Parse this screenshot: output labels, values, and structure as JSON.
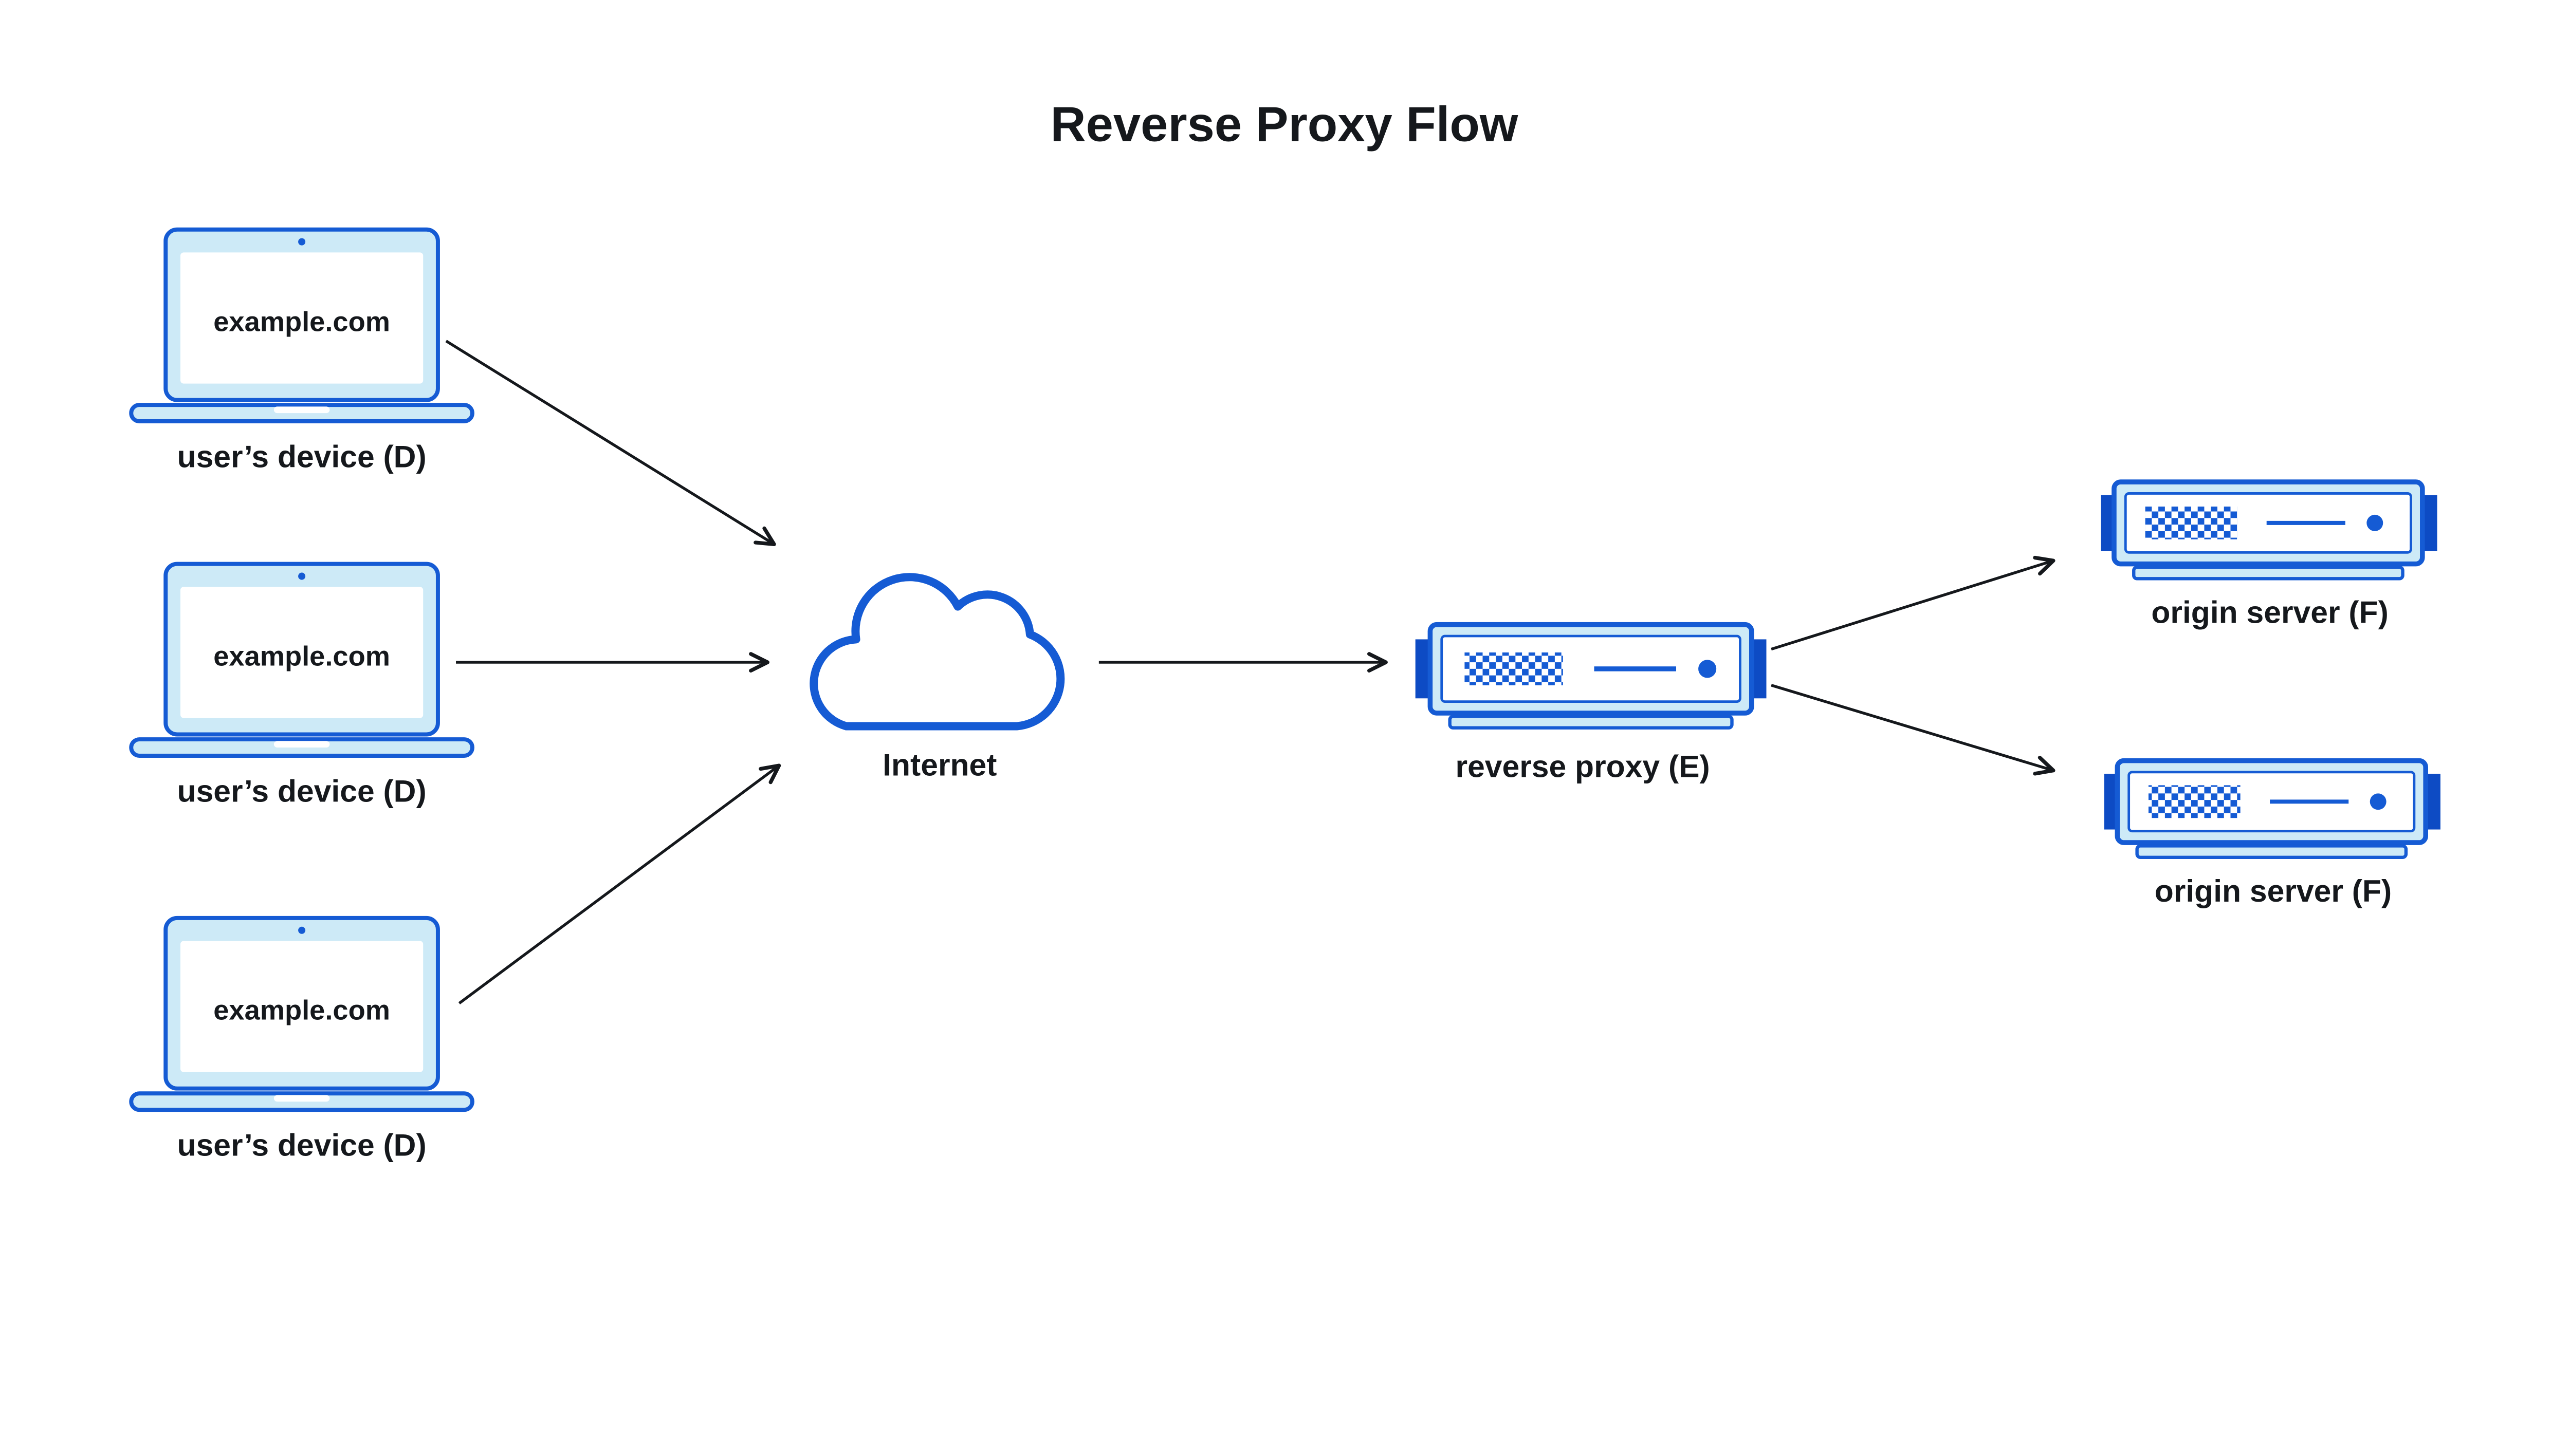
{
  "title": "Reverse Proxy Flow",
  "colors": {
    "primary": "#155bd4",
    "light": "#cdeaf7",
    "dark": "#0d4bc4",
    "ink": "#15181c",
    "background": "#ffffff"
  },
  "devices": [
    {
      "screen_text": "example.com",
      "label": "user’s device (D)"
    },
    {
      "screen_text": "example.com",
      "label": "user’s device (D)"
    },
    {
      "screen_text": "example.com",
      "label": "user’s device (D)"
    }
  ],
  "internet": {
    "label": "Internet"
  },
  "reverse_proxy": {
    "label": "reverse proxy (E)"
  },
  "origin_servers": [
    {
      "label": "origin server (F)"
    },
    {
      "label": "origin server (F)"
    }
  ]
}
